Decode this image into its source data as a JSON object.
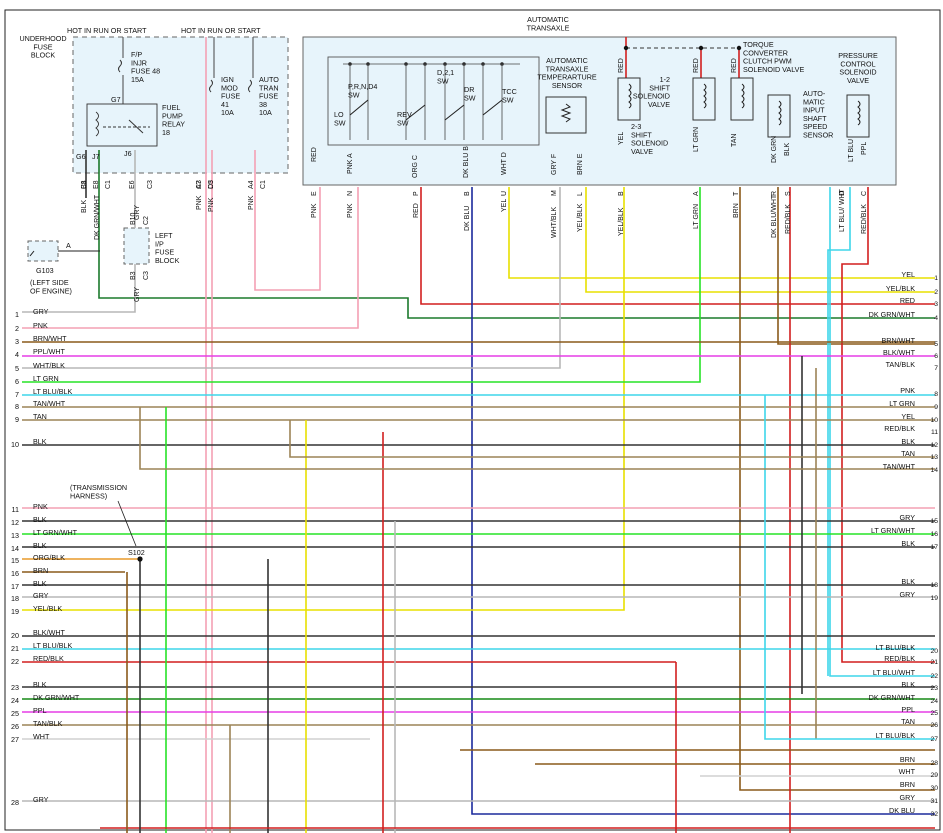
{
  "header": {
    "hot1": "HOT IN RUN OR START",
    "hot2": "HOT IN RUN OR START",
    "trans_title": [
      "AUTOMATIC",
      "TRANSAXLE"
    ]
  },
  "fuse_block": {
    "title": [
      "UNDERHOOD",
      "FUSE",
      "BLOCK"
    ],
    "fuse48": [
      "F/P",
      "INJR",
      "FUSE 48",
      "15A"
    ],
    "fuse41": [
      "IGN",
      "MOD",
      "FUSE",
      "41",
      "10A"
    ],
    "fuse38": [
      "AUTO",
      "TRAN",
      "FUSE",
      "38",
      "10A"
    ],
    "relay": [
      "FUEL",
      "PUMP",
      "RELAY",
      "18"
    ],
    "pins": [
      "G7",
      "G6",
      "J7",
      "J6"
    ]
  },
  "transaxle": {
    "switch_lo": [
      "LO",
      "SW"
    ],
    "switch_prnd": [
      "P,R,N,D4",
      "SW"
    ],
    "switch_rev": [
      "REV",
      "SW"
    ],
    "switch_d21": [
      "D,2,1",
      "SW"
    ],
    "switch_dr": [
      "DR",
      "SW"
    ],
    "switch_tcc": [
      "TCC",
      "SW"
    ],
    "temp_sensor": [
      "AUTOMATIC",
      "TRANSAXLE",
      "TEMPERARTURE",
      "SENSOR"
    ],
    "shift23": [
      "2-3",
      "SHIFT",
      "SOLENOID",
      "VALVE"
    ],
    "shift12": [
      "1-2",
      "SHIFT",
      "SOLENOID",
      "VALVE"
    ],
    "tcc_pwm": [
      "TORQUE",
      "CONVERTER",
      "CLUTCH PWM",
      "SOLENOID VALVE"
    ],
    "speed_sensor": [
      "AUTO-",
      "MATIC",
      "INPUT",
      "SHAFT",
      "SPEED",
      "SENSOR"
    ],
    "pcs": [
      "PRESSURE",
      "CONTROL",
      "SOLENOID",
      "VALVE"
    ],
    "internal_labels": [
      "RED",
      "RED",
      "RED",
      "YEL",
      "LT GRN",
      "TAN",
      "DK GRN",
      "BLK",
      "LT BLU",
      "PPL"
    ]
  },
  "ground": {
    "label": "G103",
    "note": [
      "(LEFT SIDE",
      "OF ENGINE)"
    ],
    "pin": "A"
  },
  "ip_fuse": {
    "title": [
      "LEFT",
      "I/P",
      "FUSE",
      "BLOCK"
    ],
    "pins": [
      "B10",
      "C2",
      "B3",
      "C3"
    ]
  },
  "splice": {
    "label": "S102",
    "note": [
      "(TRANSMISSION",
      "HARNESS)"
    ]
  },
  "wires": {
    "fuse_wires": [
      "BLK",
      "DK GRN/WHT",
      "GRY",
      "PNK",
      "PNK",
      "PNK",
      "GRY"
    ],
    "fuse_conns": [
      "B8",
      "C1",
      "E8",
      "C1",
      "E6",
      "C3",
      "A7",
      "C3",
      "D5",
      "C3",
      "A4",
      "C1"
    ],
    "trans_wires": [
      "PNK",
      "PNK",
      "RED",
      "DK BLU",
      "YEL",
      "WHT/BLK",
      "YEL/BLK",
      "YEL/BLK",
      "LT GRN",
      "BRN",
      "DK BLU/WHT",
      "RED/BLK",
      "LT BLU/ WHT",
      "RED/BLK"
    ],
    "trans_pins": [
      "E",
      "N",
      "P",
      "B",
      "U",
      "M",
      "L",
      "B",
      "A",
      "T",
      "R",
      "S",
      "D",
      "C"
    ],
    "trans_internal": [
      "RED",
      "PNK A",
      "ORG C",
      "DK BLU B",
      "WHT D",
      "GRY F",
      "BRN E"
    ]
  },
  "left_pins": [
    {
      "n": "1",
      "label": "GRY"
    },
    {
      "n": "2",
      "label": "PNK"
    },
    {
      "n": "3",
      "label": "BRN/WHT"
    },
    {
      "n": "4",
      "label": "PPL/WHT"
    },
    {
      "n": "5",
      "label": "WHT/BLK"
    },
    {
      "n": "6",
      "label": "LT GRN"
    },
    {
      "n": "7",
      "label": "LT BLU/BLK"
    },
    {
      "n": "8",
      "label": "TAN/WHT"
    },
    {
      "n": "9",
      "label": "TAN"
    },
    {
      "n": "10",
      "label": "BLK"
    },
    {
      "n": "11",
      "label": "PNK"
    },
    {
      "n": "12",
      "label": "BLK"
    },
    {
      "n": "13",
      "label": "LT GRN/WHT"
    },
    {
      "n": "14",
      "label": "BLK"
    },
    {
      "n": "15",
      "label": "ORG/BLK"
    },
    {
      "n": "16",
      "label": "BRN"
    },
    {
      "n": "17",
      "label": "BLK"
    },
    {
      "n": "18",
      "label": "GRY"
    },
    {
      "n": "19",
      "label": "YEL/BLK"
    },
    {
      "n": "20",
      "label": "BLK/WHT"
    },
    {
      "n": "21",
      "label": "LT BLU/BLK"
    },
    {
      "n": "22",
      "label": "RED/BLK"
    },
    {
      "n": "23",
      "label": "BLK"
    },
    {
      "n": "24",
      "label": "DK GRN/WHT"
    },
    {
      "n": "25",
      "label": "PPL"
    },
    {
      "n": "26",
      "label": "TAN/BLK"
    },
    {
      "n": "27",
      "label": "WHT"
    },
    {
      "n": "28",
      "label": "GRY"
    }
  ],
  "right_pins": [
    {
      "n": "1",
      "label": "YEL"
    },
    {
      "n": "2",
      "label": "YEL/BLK"
    },
    {
      "n": "3",
      "label": "RED"
    },
    {
      "n": "4",
      "label": "DK GRN/WHT"
    },
    {
      "n": "5",
      "label": "BRN/WHT"
    },
    {
      "n": "6",
      "label": "BLK/WHT"
    },
    {
      "n": "7",
      "label": "TAN/BLK"
    },
    {
      "n": "8",
      "label": "PNK"
    },
    {
      "n": "9",
      "label": "LT GRN"
    },
    {
      "n": "10",
      "label": "YEL"
    },
    {
      "n": "11",
      "label": "RED/BLK"
    },
    {
      "n": "12",
      "label": "BLK"
    },
    {
      "n": "13",
      "label": "TAN"
    },
    {
      "n": "14",
      "label": "TAN/WHT"
    },
    {
      "n": "15",
      "label": "GRY"
    },
    {
      "n": "16",
      "label": "LT GRN/WHT"
    },
    {
      "n": "17",
      "label": "BLK"
    },
    {
      "n": "18",
      "label": "BLK"
    },
    {
      "n": "19",
      "label": "GRY"
    },
    {
      "n": "20",
      "label": "LT BLU/BLK"
    },
    {
      "n": "21",
      "label": "RED/BLK"
    },
    {
      "n": "22",
      "label": "LT BLU/WHT"
    },
    {
      "n": "23",
      "label": "BLK"
    },
    {
      "n": "24",
      "label": "DK GRN/WHT"
    },
    {
      "n": "25",
      "label": "PPL"
    },
    {
      "n": "26",
      "label": "TAN"
    },
    {
      "n": "27",
      "label": "LT BLU/BLK"
    },
    {
      "n": "28",
      "label": "BRN"
    },
    {
      "n": "29",
      "label": "WHT"
    },
    {
      "n": "30",
      "label": "BRN"
    },
    {
      "n": "31",
      "label": "GRY"
    },
    {
      "n": "32",
      "label": "DK BLU"
    }
  ],
  "colors": {
    "box_fill": "#e7f4fb",
    "pnk": "#f4a0b4",
    "red": "#d21f1f",
    "yel": "#e8e000",
    "ltgrn": "#27e327",
    "dkblu": "#1b2a9c",
    "ltblu": "#3ed6ea",
    "ppl": "#e53de5",
    "brn": "#8a5a1a",
    "tan": "#9c8456",
    "gry": "#b7b7b7",
    "blk": "#333333",
    "dkgrn": "#178a17",
    "org": "#e89a2a",
    "wht": "#d0d0d0",
    "dkgrnwht": "#1c7a2c"
  }
}
